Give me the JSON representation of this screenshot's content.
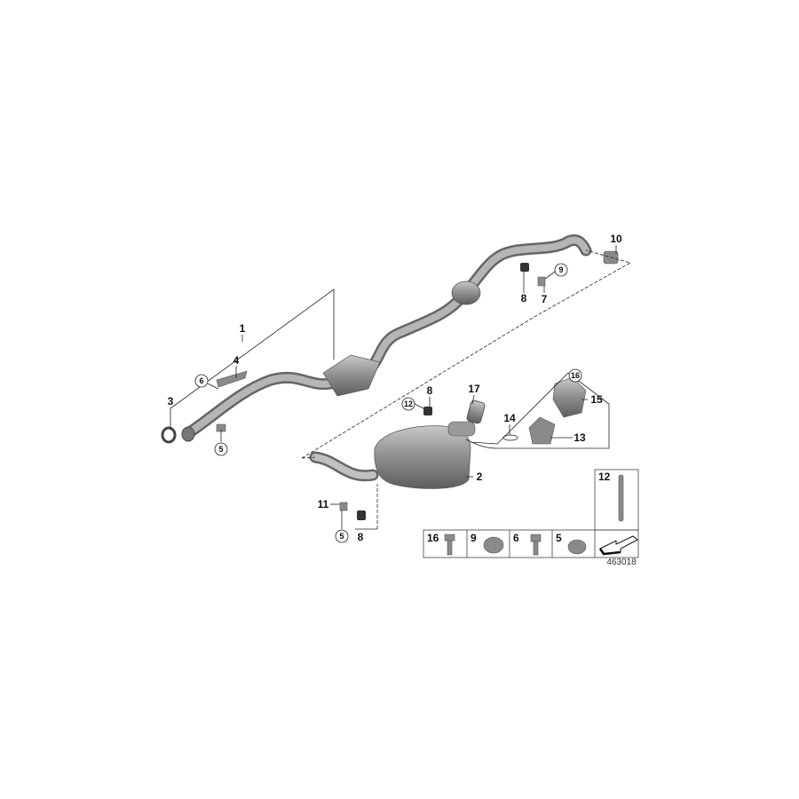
{
  "diagram": {
    "reference_number": "463018",
    "callouts": {
      "c1": "1",
      "c2": "2",
      "c3": "3",
      "c4": "4",
      "c5a": "5",
      "c5b": "5",
      "c6": "6",
      "c7": "7",
      "c8a": "8",
      "c8b": "8",
      "c8c": "8",
      "c9": "9",
      "c10": "10",
      "c11": "11",
      "c12a": "12",
      "c13": "13",
      "c14": "14",
      "c15": "15",
      "c16a": "16",
      "c17": "17"
    },
    "legend": {
      "stud": "12",
      "cells": [
        "16",
        "9",
        "6",
        "5"
      ]
    },
    "colors": {
      "part": "#8a8a8a",
      "line": "#222222"
    }
  }
}
